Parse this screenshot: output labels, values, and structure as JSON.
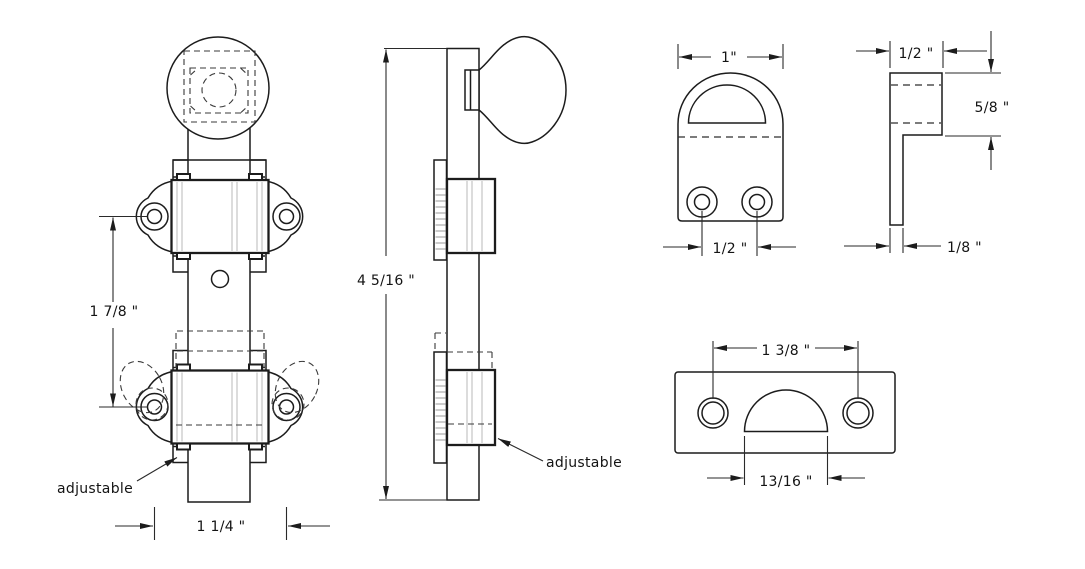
{
  "drawing": {
    "type": "technical-drawing",
    "background": "#ffffff",
    "line_color": "#1c1c1c",
    "views": {
      "bolt_front": {
        "name": "surface bolt front view",
        "labels": {
          "spacing": "1 7/8 \"",
          "width": "1 1/4 \"",
          "adjustable_note": "adjustable"
        }
      },
      "bolt_side": {
        "name": "surface bolt side view",
        "labels": {
          "height": "4 5/16 \"",
          "adjustable_note": "adjustable"
        }
      },
      "keeper_front": {
        "name": "keeper front view",
        "labels": {
          "width": "1\"",
          "hole_spacing": "1/2 \""
        }
      },
      "keeper_side": {
        "name": "keeper side profile view",
        "labels": {
          "width": "1/2 \"",
          "height": "5/8 \"",
          "thickness": "1/8 \""
        }
      },
      "strike_plate": {
        "name": "strike plate view",
        "labels": {
          "hole_spacing": "1 3/8 \"",
          "opening_width": "13/16 \""
        }
      }
    }
  }
}
